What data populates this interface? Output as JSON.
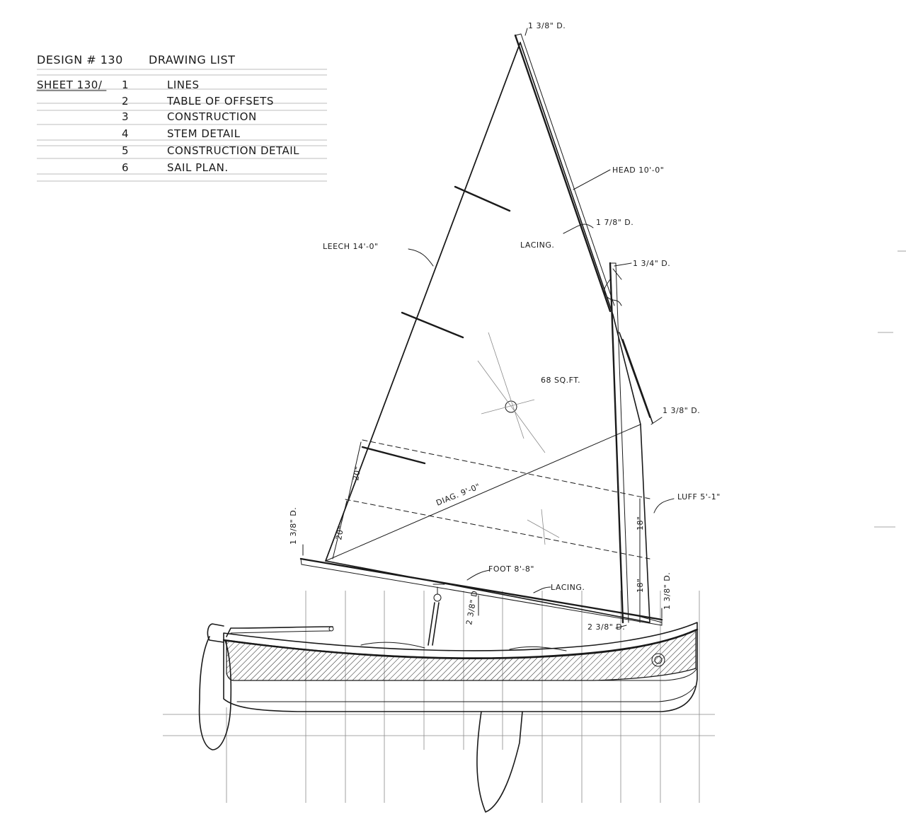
{
  "drawing_list": {
    "title": "DESIGN # 130",
    "heading": "DRAWING LIST",
    "sheet_label": "SHEET 130/",
    "items": [
      {
        "number": "1",
        "name": "LINES"
      },
      {
        "number": "2",
        "name": "TABLE OF OFFSETS"
      },
      {
        "number": "3",
        "name": "CONSTRUCTION"
      },
      {
        "number": "4",
        "name": "STEM DETAIL"
      },
      {
        "number": "5",
        "name": "CONSTRUCTION DETAIL"
      },
      {
        "number": "6",
        "name": "SAIL PLAN."
      }
    ]
  },
  "sail_labels": {
    "head": "HEAD 10'-0\"",
    "leech": "LEECH 14'-0\"",
    "lacing_head": "LACING.",
    "area": "68 SQ.FT.",
    "diagonal": "DIAG. 9'-0\"",
    "luff": "LUFF 5'-1\"",
    "foot": "FOOT 8'-8\"",
    "lacing_foot": "LACING."
  },
  "spar_dimensions": {
    "yard_top": "1 3/8\" D.",
    "yard_mid": "1 7/8\" D.",
    "mast_top": "1 3/4\" D.",
    "mast_mid": "1 3/8\" D.",
    "boom_end": "1 3/8\" D.",
    "mast_base": "2 3/8\" D.",
    "boom_clew": "1 3/8\" D.",
    "block": "2 3/8\" D.",
    "reef_upper": "18\"",
    "reef_lower": "18\"",
    "leech_reef_upper": "20\"",
    "leech_reef_lower": "20\""
  },
  "colors": {
    "ink": "#1a1a1a",
    "paper": "#ffffff",
    "grid": "#8a8a8a"
  }
}
